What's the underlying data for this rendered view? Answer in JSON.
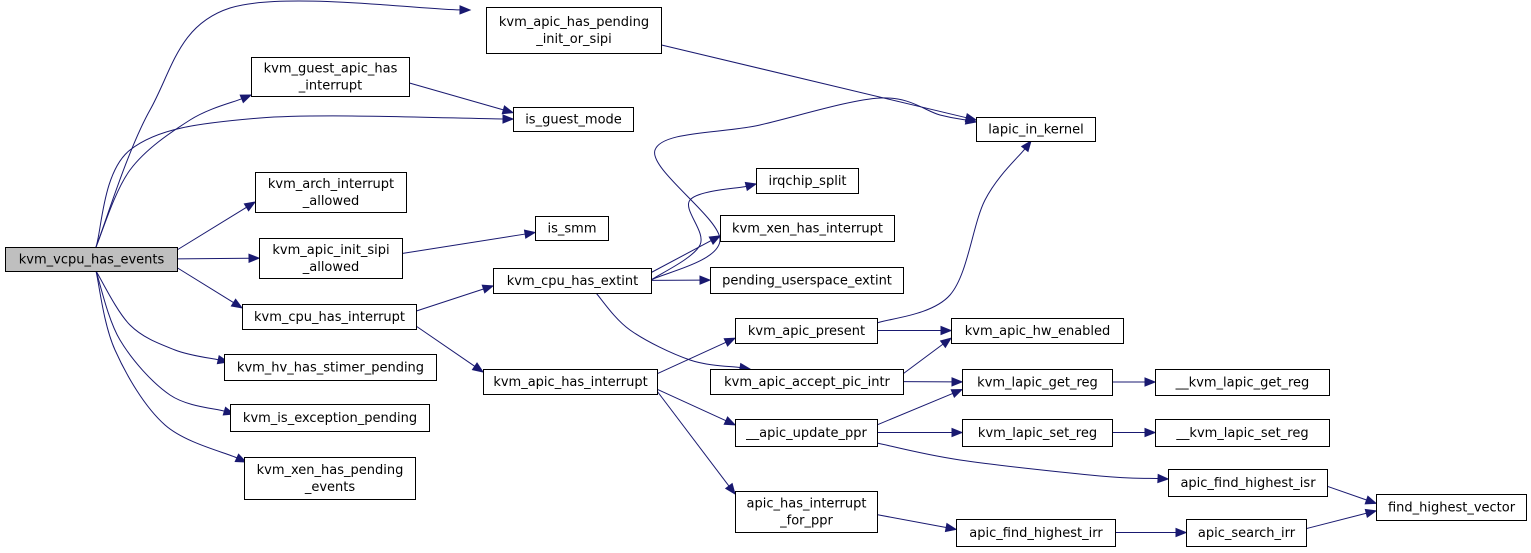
{
  "graph": {
    "nodes": [
      {
        "id": "kvm_vcpu_has_events",
        "lines": [
          "kvm_vcpu_has_events"
        ],
        "root": true
      },
      {
        "id": "kvm_apic_has_pending_init_or_sipi",
        "lines": [
          "kvm_apic_has_pending",
          "_init_or_sipi"
        ]
      },
      {
        "id": "kvm_guest_apic_has_interrupt",
        "lines": [
          "kvm_guest_apic_has",
          "_interrupt"
        ]
      },
      {
        "id": "is_guest_mode",
        "lines": [
          "is_guest_mode"
        ]
      },
      {
        "id": "kvm_arch_interrupt_allowed",
        "lines": [
          "kvm_arch_interrupt",
          "_allowed"
        ]
      },
      {
        "id": "kvm_apic_init_sipi_allowed",
        "lines": [
          "kvm_apic_init_sipi",
          "_allowed"
        ]
      },
      {
        "id": "is_smm",
        "lines": [
          "is_smm"
        ]
      },
      {
        "id": "kvm_cpu_has_interrupt",
        "lines": [
          "kvm_cpu_has_interrupt"
        ]
      },
      {
        "id": "kvm_cpu_has_extint",
        "lines": [
          "kvm_cpu_has_extint"
        ]
      },
      {
        "id": "kvm_hv_has_stimer_pending",
        "lines": [
          "kvm_hv_has_stimer_pending"
        ]
      },
      {
        "id": "kvm_is_exception_pending",
        "lines": [
          "kvm_is_exception_pending"
        ]
      },
      {
        "id": "kvm_xen_has_pending_events",
        "lines": [
          "kvm_xen_has_pending",
          "_events"
        ]
      },
      {
        "id": "kvm_apic_has_interrupt",
        "lines": [
          "kvm_apic_has_interrupt"
        ]
      },
      {
        "id": "lapic_in_kernel",
        "lines": [
          "lapic_in_kernel"
        ]
      },
      {
        "id": "irqchip_split",
        "lines": [
          "irqchip_split"
        ]
      },
      {
        "id": "kvm_xen_has_interrupt",
        "lines": [
          "kvm_xen_has_interrupt"
        ]
      },
      {
        "id": "pending_userspace_extint",
        "lines": [
          "pending_userspace_extint"
        ]
      },
      {
        "id": "kvm_apic_present",
        "lines": [
          "kvm_apic_present"
        ]
      },
      {
        "id": "kvm_apic_accept_pic_intr",
        "lines": [
          "kvm_apic_accept_pic_intr"
        ]
      },
      {
        "id": "__apic_update_ppr",
        "lines": [
          "__apic_update_ppr"
        ]
      },
      {
        "id": "apic_has_interrupt_for_ppr",
        "lines": [
          "apic_has_interrupt",
          "_for_ppr"
        ]
      },
      {
        "id": "kvm_apic_hw_enabled",
        "lines": [
          "kvm_apic_hw_enabled"
        ]
      },
      {
        "id": "kvm_lapic_get_reg",
        "lines": [
          "kvm_lapic_get_reg"
        ]
      },
      {
        "id": "kvm_lapic_set_reg",
        "lines": [
          "kvm_lapic_set_reg"
        ]
      },
      {
        "id": "__kvm_lapic_get_reg",
        "lines": [
          "__kvm_lapic_get_reg"
        ]
      },
      {
        "id": "__kvm_lapic_set_reg",
        "lines": [
          "__kvm_lapic_set_reg"
        ]
      },
      {
        "id": "apic_find_highest_isr",
        "lines": [
          "apic_find_highest_isr"
        ]
      },
      {
        "id": "apic_find_highest_irr",
        "lines": [
          "apic_find_highest_irr"
        ]
      },
      {
        "id": "apic_search_irr",
        "lines": [
          "apic_search_irr"
        ]
      },
      {
        "id": "find_highest_vector",
        "lines": [
          "find_highest_vector"
        ]
      }
    ],
    "edges": [
      [
        "kvm_vcpu_has_events",
        "kvm_apic_has_pending_init_or_sipi"
      ],
      [
        "kvm_vcpu_has_events",
        "kvm_guest_apic_has_interrupt"
      ],
      [
        "kvm_vcpu_has_events",
        "is_guest_mode"
      ],
      [
        "kvm_vcpu_has_events",
        "kvm_arch_interrupt_allowed"
      ],
      [
        "kvm_vcpu_has_events",
        "kvm_apic_init_sipi_allowed"
      ],
      [
        "kvm_vcpu_has_events",
        "kvm_cpu_has_interrupt"
      ],
      [
        "kvm_vcpu_has_events",
        "kvm_hv_has_stimer_pending"
      ],
      [
        "kvm_vcpu_has_events",
        "kvm_is_exception_pending"
      ],
      [
        "kvm_vcpu_has_events",
        "kvm_xen_has_pending_events"
      ],
      [
        "kvm_apic_has_pending_init_or_sipi",
        "lapic_in_kernel"
      ],
      [
        "kvm_guest_apic_has_interrupt",
        "is_guest_mode"
      ],
      [
        "kvm_apic_init_sipi_allowed",
        "is_smm"
      ],
      [
        "kvm_cpu_has_interrupt",
        "kvm_cpu_has_extint"
      ],
      [
        "kvm_cpu_has_interrupt",
        "kvm_apic_has_interrupt"
      ],
      [
        "kvm_cpu_has_extint",
        "lapic_in_kernel"
      ],
      [
        "kvm_cpu_has_extint",
        "irqchip_split"
      ],
      [
        "kvm_cpu_has_extint",
        "kvm_xen_has_interrupt"
      ],
      [
        "kvm_cpu_has_extint",
        "pending_userspace_extint"
      ],
      [
        "kvm_cpu_has_extint",
        "kvm_apic_accept_pic_intr"
      ],
      [
        "kvm_apic_has_interrupt",
        "kvm_apic_present"
      ],
      [
        "kvm_apic_has_interrupt",
        "__apic_update_ppr"
      ],
      [
        "kvm_apic_has_interrupt",
        "apic_has_interrupt_for_ppr"
      ],
      [
        "kvm_apic_present",
        "lapic_in_kernel"
      ],
      [
        "kvm_apic_present",
        "kvm_apic_hw_enabled"
      ],
      [
        "kvm_apic_accept_pic_intr",
        "kvm_apic_hw_enabled"
      ],
      [
        "kvm_apic_accept_pic_intr",
        "kvm_lapic_get_reg"
      ],
      [
        "__apic_update_ppr",
        "kvm_lapic_get_reg"
      ],
      [
        "__apic_update_ppr",
        "kvm_lapic_set_reg"
      ],
      [
        "__apic_update_ppr",
        "apic_find_highest_isr"
      ],
      [
        "kvm_lapic_get_reg",
        "__kvm_lapic_get_reg"
      ],
      [
        "kvm_lapic_set_reg",
        "__kvm_lapic_set_reg"
      ],
      [
        "apic_find_highest_isr",
        "find_highest_vector"
      ],
      [
        "apic_has_interrupt_for_ppr",
        "apic_find_highest_irr"
      ],
      [
        "apic_find_highest_irr",
        "apic_search_irr"
      ],
      [
        "apic_search_irr",
        "find_highest_vector"
      ]
    ]
  }
}
